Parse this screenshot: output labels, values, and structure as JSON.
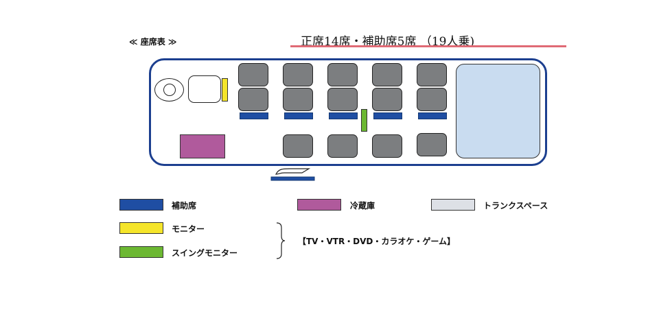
{
  "header": {
    "chart_label": "≪ 座席表 ≫",
    "title": "正席14席・補助席5席 （19人乗)",
    "underline_color": "#e06a75"
  },
  "bus": {
    "outline_color": "#1c3f8f",
    "seat_color": "#7c7e80",
    "aux_seat_color": "#1f4ea3",
    "monitor_color": "#f5e52a",
    "swing_monitor_color": "#6cb832",
    "fridge_color": "#b05a9c",
    "trunk_color": "#c9dcf0"
  },
  "legend": {
    "aux_seat": {
      "label": "補助席",
      "color": "#1f4ea3"
    },
    "monitor": {
      "label": "モニター",
      "color": "#f5e52a"
    },
    "swing_monitor": {
      "label": "スイングモニター",
      "color": "#6cb832"
    },
    "fridge": {
      "label": "冷蔵庫",
      "color": "#b05a9c"
    },
    "trunk": {
      "label": "トランクスペース",
      "color": "#dde0e6"
    },
    "equipment": "【TV・VTR・DVD・カラオケ・ゲーム】"
  }
}
